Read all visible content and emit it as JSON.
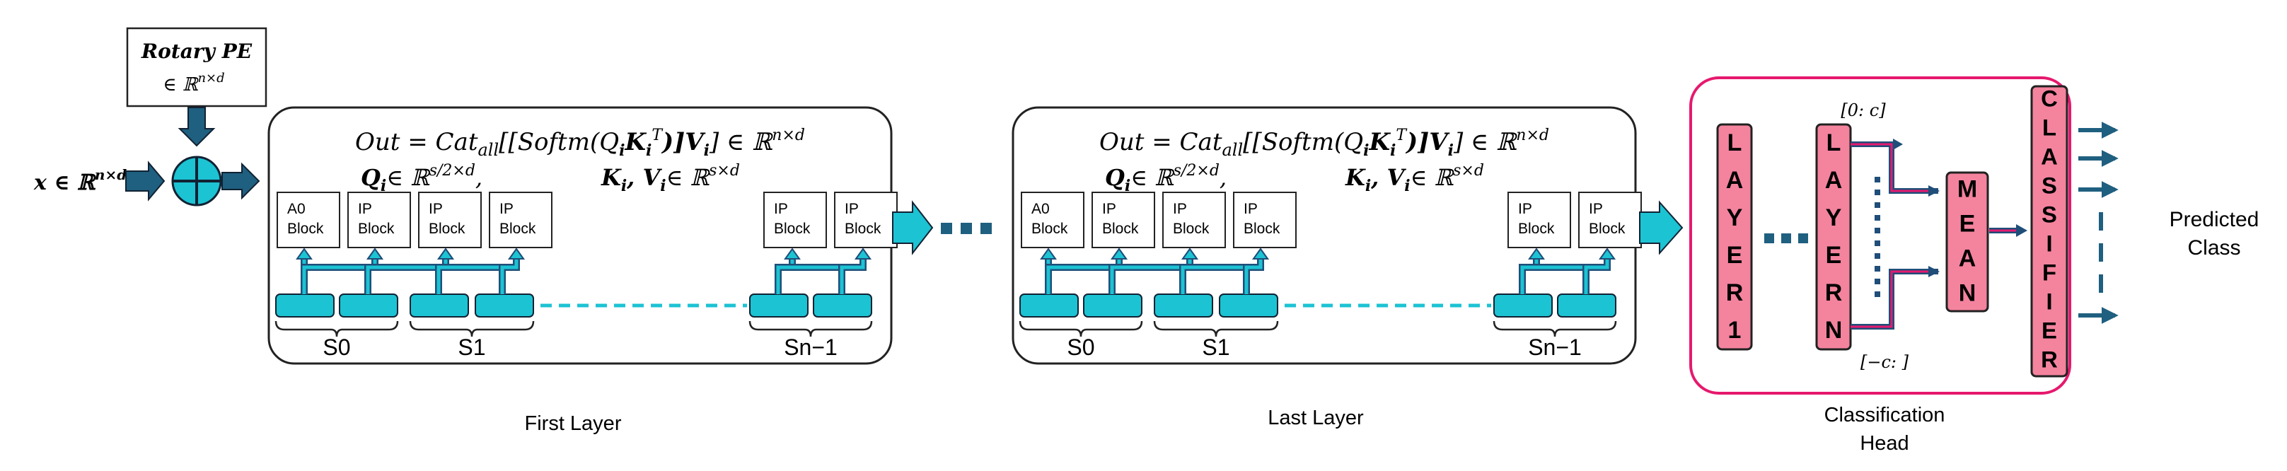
{
  "input": {
    "label": "x ∈ ℝ",
    "sup": "n×d"
  },
  "rotary": {
    "title": "Rotary PE",
    "dim": "∈ ℝ",
    "sup": "n×d"
  },
  "layer_box": {
    "formula_main": "Out = Cat",
    "formula_sub": "all",
    "formula_mid": "[[Softm(Q",
    "formula_i1": "i",
    "formula_k": "K",
    "formula_i2": "i",
    "formula_T": "T",
    "formula_rest": ")]V",
    "formula_i3": "i",
    "formula_end": "] ∈ ℝ",
    "formula_sup": "n×d",
    "q_label": "Q",
    "q_sub": "i",
    "q_dim": "∈ ℝ",
    "q_sup": "s/2×d",
    "q_comma": ",",
    "kv_label": "K",
    "kv_sub": "i",
    "kv_mid": ", V",
    "kv_sub2": "i",
    "kv_dim": "∈ ℝ",
    "kv_sup": "s×d"
  },
  "blocks": {
    "a0": "A0",
    "ip": "IP",
    "block": "Block"
  },
  "segments": {
    "s0": "S0",
    "s1": "S1",
    "sn": "Sn−1"
  },
  "captions": {
    "first": "First Layer",
    "last": "Last Layer",
    "head_1": "Classification",
    "head_2": "Head"
  },
  "head": {
    "layer1": [
      "L",
      "A",
      "Y",
      "E",
      "R",
      "1"
    ],
    "layern": [
      "L",
      "A",
      "Y",
      "E",
      "R",
      "N"
    ],
    "mean": [
      "M",
      "E",
      "A",
      "N"
    ],
    "classifier": [
      "C",
      "L",
      "A",
      "S",
      "S",
      "I",
      "F",
      "I",
      "E",
      "R"
    ],
    "range_top": "[0: c]",
    "range_bottom": "[−c: ]"
  },
  "output": {
    "line1": "Predicted",
    "line2": "Class"
  },
  "colors": {
    "cyan": "#1cc3d3",
    "navy": "#1f4e79",
    "pink": "#f4839e",
    "magenta": "#e6196e",
    "dark": "#222222"
  }
}
